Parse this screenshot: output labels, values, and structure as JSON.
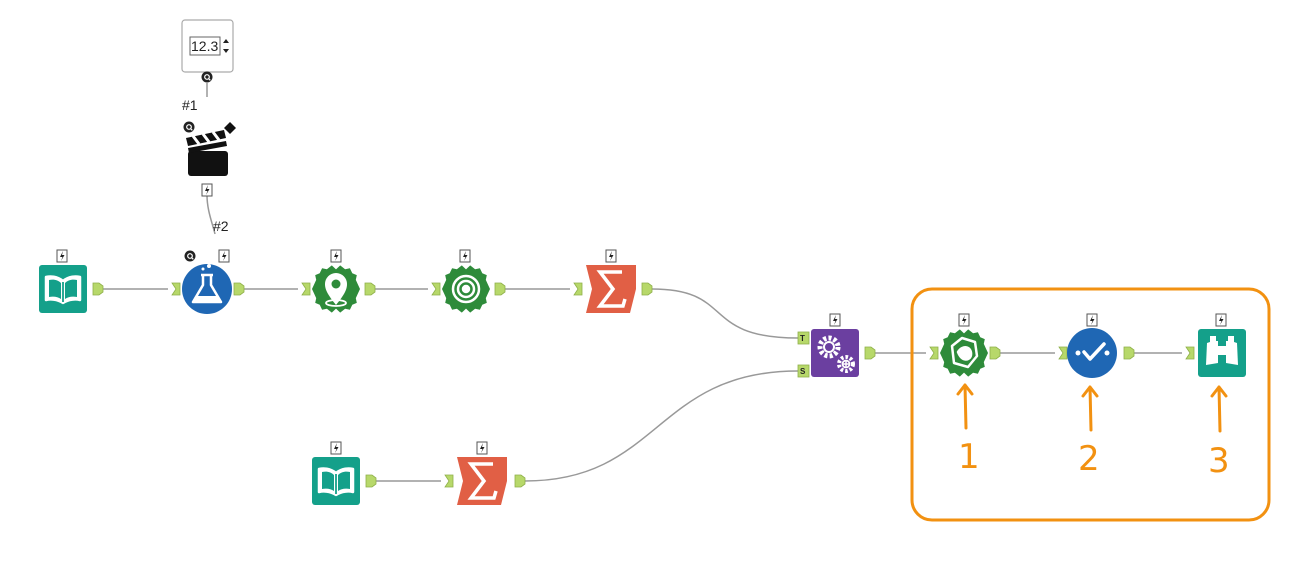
{
  "colors": {
    "teal": "#14a08a",
    "blue": "#1f67b4",
    "green": "#2e8b3a",
    "orange": "#e15f45",
    "purple": "#6b3fa0",
    "anchor": "#b7d86a",
    "highlight": "#f29111",
    "wire": "#999999"
  },
  "tools": {
    "numeric_updown": {
      "icon": "numeric-updown-icon",
      "value": "12.3"
    },
    "macro_control": {
      "icon": "clapperboard-icon"
    },
    "input_1": {
      "icon": "book-icon"
    },
    "test_tool": {
      "icon": "flask-icon"
    },
    "spatial_point": {
      "icon": "map-pin-icon"
    },
    "trade_area": {
      "icon": "target-icon"
    },
    "summarize_1": {
      "icon": "sigma-icon"
    },
    "batch_macro": {
      "icon": "gears-icon",
      "anchor_t": "T",
      "anchor_s": "S"
    },
    "input_2": {
      "icon": "book-icon"
    },
    "summarize_2": {
      "icon": "sigma-icon"
    },
    "spatial_process": {
      "icon": "spatial-shape-icon"
    },
    "check_tool": {
      "icon": "check-dots-icon"
    },
    "browse": {
      "icon": "binoculars-icon"
    }
  },
  "connection_labels": {
    "label_1": "#1",
    "label_2": "#2"
  },
  "callouts": {
    "c1": "1",
    "c2": "2",
    "c3": "3"
  }
}
